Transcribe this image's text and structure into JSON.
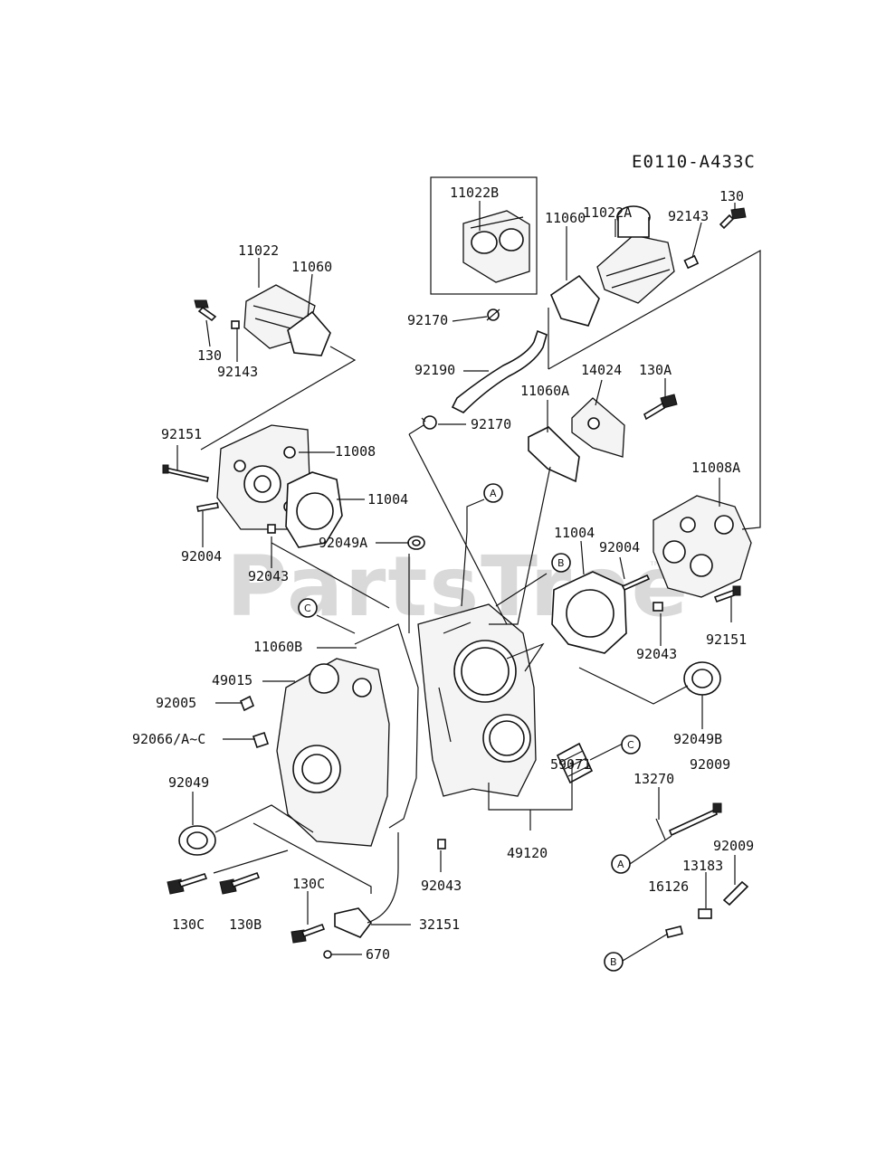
{
  "diagram_code": "E0110-A433C",
  "watermark": {
    "text": "PartsTree",
    "trademark": "™"
  },
  "parts": {
    "p11022B": "11022B",
    "p11022A": "11022A",
    "p130_top": "130",
    "p92143_top": "92143",
    "p11060_top": "11060",
    "p11022": "11022",
    "p11060_left": "11060",
    "p130_left": "130",
    "p92143_left": "92143",
    "p92170_top": "92170",
    "p92190": "92190",
    "p14024": "14024",
    "p130A": "130A",
    "p11060A": "11060A",
    "p92170_mid": "92170",
    "p92151_left": "92151",
    "p11008": "11008",
    "p11004_left": "11004",
    "p11008A": "11008A",
    "p92049A": "92049A",
    "p92004_left": "92004",
    "p92043_left": "92043",
    "p11004_right": "11004",
    "p92004_right": "92004",
    "p92151_right": "92151",
    "p92043_right": "92043",
    "p11060B": "11060B",
    "p49015": "49015",
    "p92005": "92005",
    "p92066": "92066/A~C",
    "p92049B": "92049B",
    "p92009_mid": "92009",
    "p59071": "59071",
    "p92049": "92049",
    "p13270": "13270",
    "p49120": "49120",
    "p92009_bot": "92009",
    "p13183": "13183",
    "p16126": "16126",
    "p92043_bot": "92043",
    "p130C_mid": "130C",
    "p32151": "32151",
    "p670": "670",
    "p130C_left": "130C",
    "p130B": "130B"
  },
  "refs": {
    "A": "A",
    "B": "B",
    "C": "C"
  }
}
